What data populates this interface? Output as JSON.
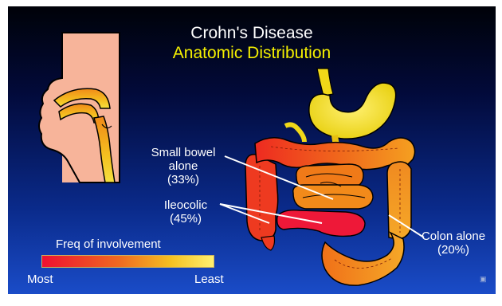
{
  "header": {
    "title": "Crohn's Disease",
    "subtitle": "Anatomic Distribution"
  },
  "labels": {
    "small_bowel": [
      "Small bowel",
      "alone",
      "(33%)"
    ],
    "ileocolic": [
      "Ileocolic",
      "(45%)"
    ],
    "colon": [
      "Colon alone",
      "(20%)"
    ]
  },
  "legend": {
    "title": "Freq of involvement",
    "left_label": "Most",
    "right_label": "Least",
    "gradient_colors": [
      "#ee1030",
      "#f06a20",
      "#f5c020",
      "#fff070"
    ]
  },
  "colors": {
    "background_top": "#000208",
    "background_bottom": "#1a4cc8",
    "subtitle": "#f5f000",
    "most_involved": "#ee1030",
    "least_involved": "#f5e020"
  },
  "icons": [
    "head-profile-icon",
    "stomach-icon",
    "colon-icon",
    "small-intestine-icon",
    "ileum-icon"
  ]
}
